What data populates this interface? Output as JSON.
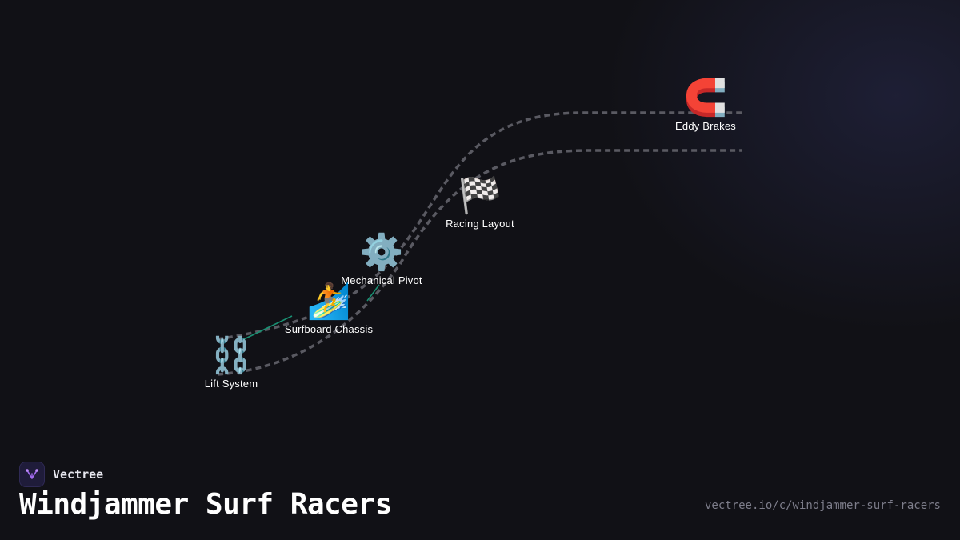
{
  "diagram": {
    "nodes": [
      {
        "id": "lift",
        "label": "Lift System",
        "icon": "chain-icon",
        "emoji": "⛓️"
      },
      {
        "id": "surfboard",
        "label": "Surfboard Chassis",
        "icon": "surfer-icon",
        "emoji": "🏄"
      },
      {
        "id": "pivot",
        "label": "Mechanical Pivot",
        "icon": "gear-icon",
        "emoji": "⚙️"
      },
      {
        "id": "racing",
        "label": "Racing Layout",
        "icon": "checkered-flag-icon",
        "emoji": "🏁"
      },
      {
        "id": "brakes",
        "label": "Eddy Brakes",
        "icon": "magnet-icon",
        "emoji": "🧲"
      }
    ]
  },
  "footer": {
    "brand": "Vectree",
    "title": "Windjammer Surf Racers",
    "url": "vectree.io/c/windjammer-surf-racers"
  },
  "colors": {
    "background": "#111116",
    "track": "#5a5a62",
    "connector": "#1a8f72",
    "logo_accent": "#a36bf0"
  }
}
